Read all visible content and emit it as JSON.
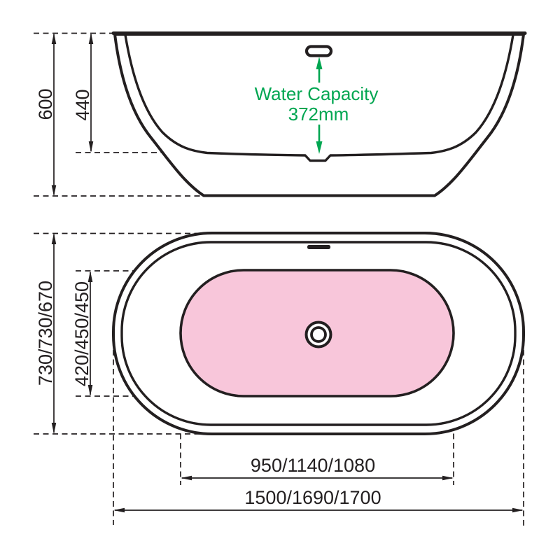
{
  "colors": {
    "line": "#231f20",
    "green": "#00a651",
    "pink": "#f8c6da",
    "white": "#ffffff"
  },
  "side_view": {
    "overall_height_label": "600",
    "inner_depth_label": "440",
    "water_capacity_line1": "Water Capacity",
    "water_capacity_line2": "372mm"
  },
  "top_view": {
    "overall_width_label": "730/730/670",
    "inner_width_label": "420/450/450",
    "inner_length_label": "950/1140/1080",
    "overall_length_label": "1500/1690/1700"
  }
}
